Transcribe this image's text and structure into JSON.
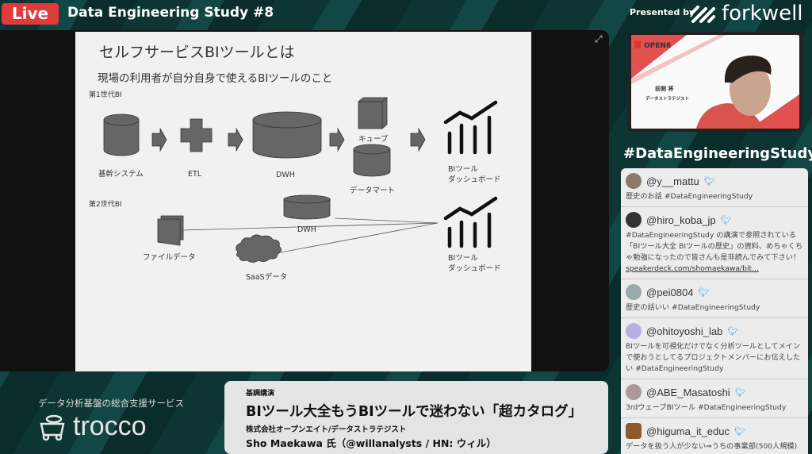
{
  "header": {
    "live": "Live",
    "title": "Data Engineering Study #8",
    "presented_by": "Presented by",
    "sponsor": "forkwell"
  },
  "slide": {
    "title": "セルフサービスBIツールとは",
    "subtitle": "現場の利用者が自分自身で使えるBIツールのこと",
    "gen1": {
      "label": "第1世代BI",
      "core": "基幹システム",
      "etl": "ETL",
      "dwh": "DWH",
      "cube": "キューブ",
      "mart": "データマート",
      "bi1": "BIツール",
      "bi2": "ダッシュボード"
    },
    "gen2": {
      "label": "第2世代BI",
      "dwh": "DWH",
      "file": "ファイルデータ",
      "saas": "SaaSデータ",
      "bi1": "BIツール",
      "bi2": "ダッシュボード"
    }
  },
  "speaker_cam": {
    "company_logo": "OPEN8",
    "name": "前側 将",
    "role": "データストラテジスト"
  },
  "hashtag": "#DataEngineeringStudy",
  "tweets": [
    {
      "handle": "@y__mattu",
      "text": "歴史のお話 #DataEngineeringStudy"
    },
    {
      "handle": "@hiro_koba_jp",
      "text": "#DataEngineeringStudy の講演で参照されている「BIツール大全 BIツールの歴史」の資料、めちゃくちゃ勉強になったので皆さんも是非読んでみて下さい！",
      "link": "speakerdeck.com/shomaekawa/bit..."
    },
    {
      "handle": "@pei0804",
      "text": "歴史の話いい #DataEngineeringStudy"
    },
    {
      "handle": "@ohitoyoshi_lab",
      "text": "BIツールを可視化だけでなく分析ツールとしてメインで使おうとしてるプロジェクトメンバーにお伝えしたい #DataEngineeringStudy"
    },
    {
      "handle": "@ABE_Masatoshi",
      "text": "3rdウェーブBIツール #DataEngineeringStudy"
    },
    {
      "handle": "@higuma_it_educ",
      "text": "データを扱う人が少ない⇒うちの事業部(500人規模)"
    }
  ],
  "sponsor_ad": {
    "tagline": "データ分析基盤の総合支援サービス",
    "brand": "trocco"
  },
  "caption": {
    "kind": "基調講演",
    "title": "BIツール大全もうBIツールで迷わない「超カタログ」",
    "company": "株式会社オープンエイト/データストラテジスト",
    "speaker": "Sho Maekawa 氏（@willanalysts / HN: ウィル）"
  },
  "colors": {
    "live": "#e23a3a",
    "twitter": "#1da1f2",
    "background": "#0c3534"
  }
}
